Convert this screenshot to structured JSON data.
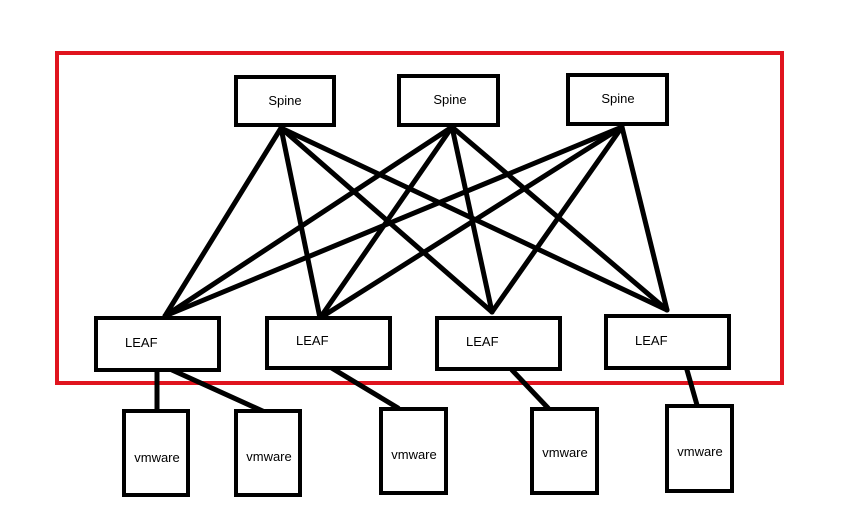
{
  "colors": {
    "boundary": "#e0141e",
    "stroke": "#000000",
    "background": "#ffffff"
  },
  "spines": [
    {
      "label": "Spine"
    },
    {
      "label": "Spine"
    },
    {
      "label": "Spine"
    }
  ],
  "leaves": [
    {
      "label": "LEAF"
    },
    {
      "label": "LEAF"
    },
    {
      "label": "LEAF"
    },
    {
      "label": "LEAF"
    }
  ],
  "hosts": [
    {
      "label": "vmware"
    },
    {
      "label": "vmware"
    },
    {
      "label": "vmware"
    },
    {
      "label": "vmware"
    },
    {
      "label": "vmware"
    }
  ]
}
